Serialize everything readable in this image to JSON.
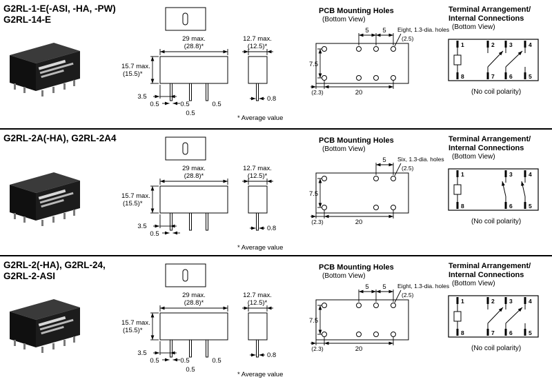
{
  "sections": [
    {
      "title1": "G2RL-1-E(-ASI, -HA, -PW)",
      "title2": "G2RL-14-E",
      "side": {
        "w": "29 max.",
        "w_avg": "(28.8)*",
        "h": "15.7 max.",
        "h_avg": "(15.5)*",
        "edge": "3.5",
        "pin_a": "0.5",
        "pin_b": "0.5",
        "pin_c": "0.5",
        "pin_center": "0.5"
      },
      "end": {
        "w": "12.7 max.",
        "w_avg": "(12.5)*",
        "pin": "0.8"
      },
      "avg_note": "* Average value",
      "pcb": {
        "title": "PCB Mounting Holes",
        "subtitle": "(Bottom View)",
        "holes_label": "Eight, 1.3-dia. holes",
        "dim_5a": "5",
        "dim_5b": "5",
        "dim_2_5": "(2.5)",
        "dim_7_5": "7.5",
        "dim_20": "20",
        "dim_2_3": "(2.3)"
      },
      "terminal": {
        "title1": "Terminal Arrangement/",
        "title2": "Internal Connections",
        "subtitle": "(Bottom View)",
        "top_pins": [
          "1",
          "2",
          "3",
          "4"
        ],
        "bottom_pins": [
          "8",
          "7",
          "6",
          "5"
        ],
        "note": "(No coil polarity)"
      }
    },
    {
      "title1": "G2RL-2A(-HA), G2RL-2A4",
      "title2": "",
      "side": {
        "w": "29 max.",
        "w_avg": "(28.8)*",
        "h": "15.7 max.",
        "h_avg": "(15.5)*",
        "edge": "3.5",
        "pin_a": "0.5"
      },
      "end": {
        "w": "12.7 max.",
        "w_avg": "(12.5)*",
        "pin": "0.8"
      },
      "avg_note": "* Average value",
      "pcb": {
        "title": "PCB Mounting Holes",
        "subtitle": "(Bottom View)",
        "holes_label": "Six, 1.3-dia. holes",
        "dim_5b": "5",
        "dim_2_5": "(2.5)",
        "dim_7_5": "7.5",
        "dim_20": "20",
        "dim_2_3": "(2.3)"
      },
      "terminal": {
        "title1": "Terminal Arrangement/",
        "title2": "Internal Connections",
        "subtitle": "(Bottom View)",
        "top_pins": [
          "1",
          "3",
          "4"
        ],
        "bottom_pins": [
          "8",
          "6",
          "5"
        ],
        "note": "(No coil polarity)"
      }
    },
    {
      "title1": "G2RL-2(-HA), G2RL-24,",
      "title2": "G2RL-2-ASI",
      "side": {
        "w": "29 max.",
        "w_avg": "(28.8)*",
        "h": "15.7 max.",
        "h_avg": "(15.5)*",
        "edge": "3.5",
        "pin_a": "0.5",
        "pin_b": "0.5",
        "pin_c": "0.5",
        "pin_center": "0.5"
      },
      "end": {
        "w": "12.7 max.",
        "w_avg": "(12.5)*",
        "pin": "0.8"
      },
      "avg_note": "* Average value",
      "pcb": {
        "title": "PCB Mounting Holes",
        "subtitle": "(Bottom View)",
        "holes_label": "Eight, 1.3-dia. holes",
        "dim_5a": "5",
        "dim_5b": "5",
        "dim_2_5": "(2.5)",
        "dim_7_5": "7.5",
        "dim_20": "20",
        "dim_2_3": "(2.3)"
      },
      "terminal": {
        "title1": "Terminal Arrangement/",
        "title2": "Internal Connections",
        "subtitle": "(Bottom View)",
        "top_pins": [
          "1",
          "2",
          "3",
          "4"
        ],
        "bottom_pins": [
          "8",
          "7",
          "6",
          "5"
        ],
        "note": "(No coil polarity)"
      }
    }
  ]
}
